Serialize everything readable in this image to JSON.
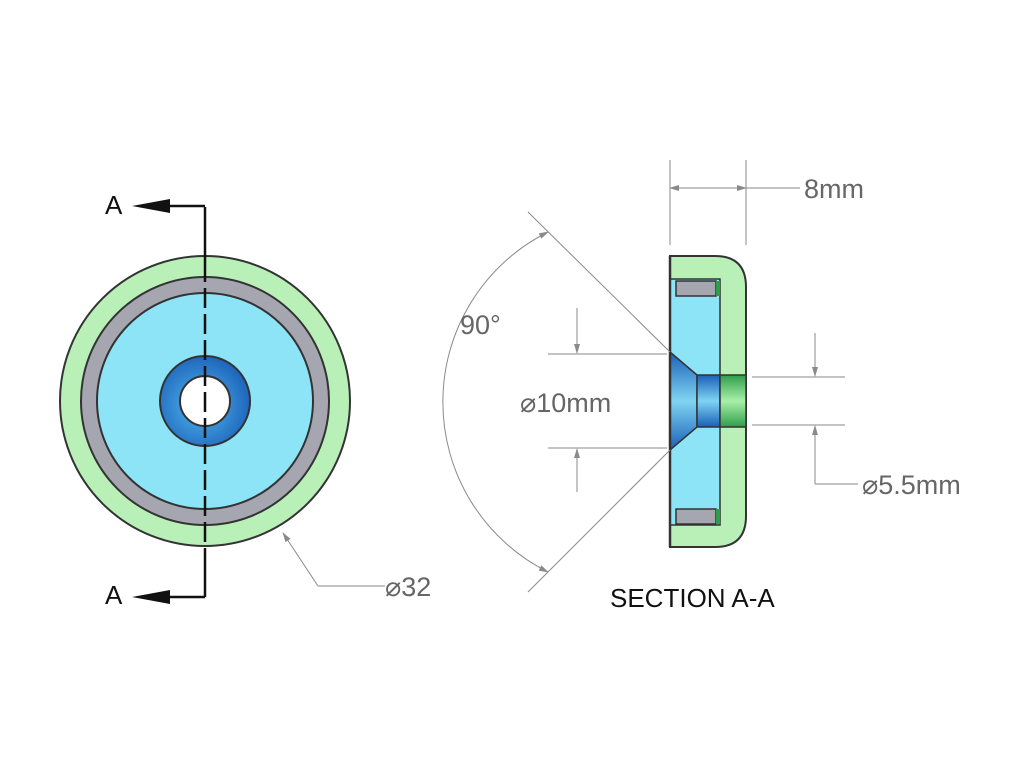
{
  "colors": {
    "housing_green": "#b8f0b8",
    "gray_ring": "#a6a6b0",
    "magnet_blue": "#8ce4f6",
    "countersink_blue_dark": "#1a5fb8",
    "countersink_blue_light": "#52b8ee",
    "bore_green": "#2f9e4a",
    "outline": "#333333",
    "dimension_line": "#8a8a8a",
    "dimension_text": "#666666"
  },
  "front_view": {
    "section_marker_top": "A",
    "section_marker_bottom": "A",
    "outer_diameter_label": "32"
  },
  "section_view": {
    "title": "SECTION A-A",
    "thickness_label": "8mm",
    "angle_label": "90°",
    "countersink_diameter_label": "10mm",
    "bore_diameter_label": "5.5mm"
  },
  "symbols": {
    "diameter": "⌀"
  }
}
